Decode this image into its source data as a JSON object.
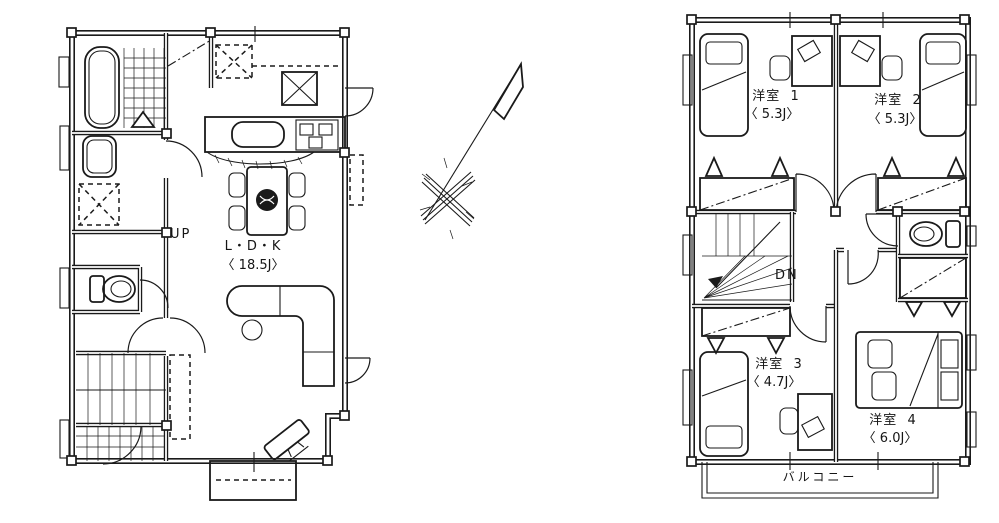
{
  "page": {
    "background": "#ffffff",
    "ink_color": "#1a1a1a"
  },
  "floor1": {
    "up_label": "UP",
    "ldk": {
      "name_label": "L・D・K",
      "size_label": "〈 18.5J〉"
    }
  },
  "compass": {
    "icon": "north-arrow"
  },
  "floor2": {
    "dn_label": "DN",
    "rooms": [
      {
        "name_label": "洋室  1",
        "size_label": "〈 5.3J〉"
      },
      {
        "name_label": "洋室  2",
        "size_label": "〈 5.3J〉"
      },
      {
        "name_label": "洋室  3",
        "size_label": "〈 4.7J〉"
      },
      {
        "name_label": "洋室  4",
        "size_label": "〈 6.0J〉"
      }
    ],
    "balcony_label": "バルコニー"
  }
}
